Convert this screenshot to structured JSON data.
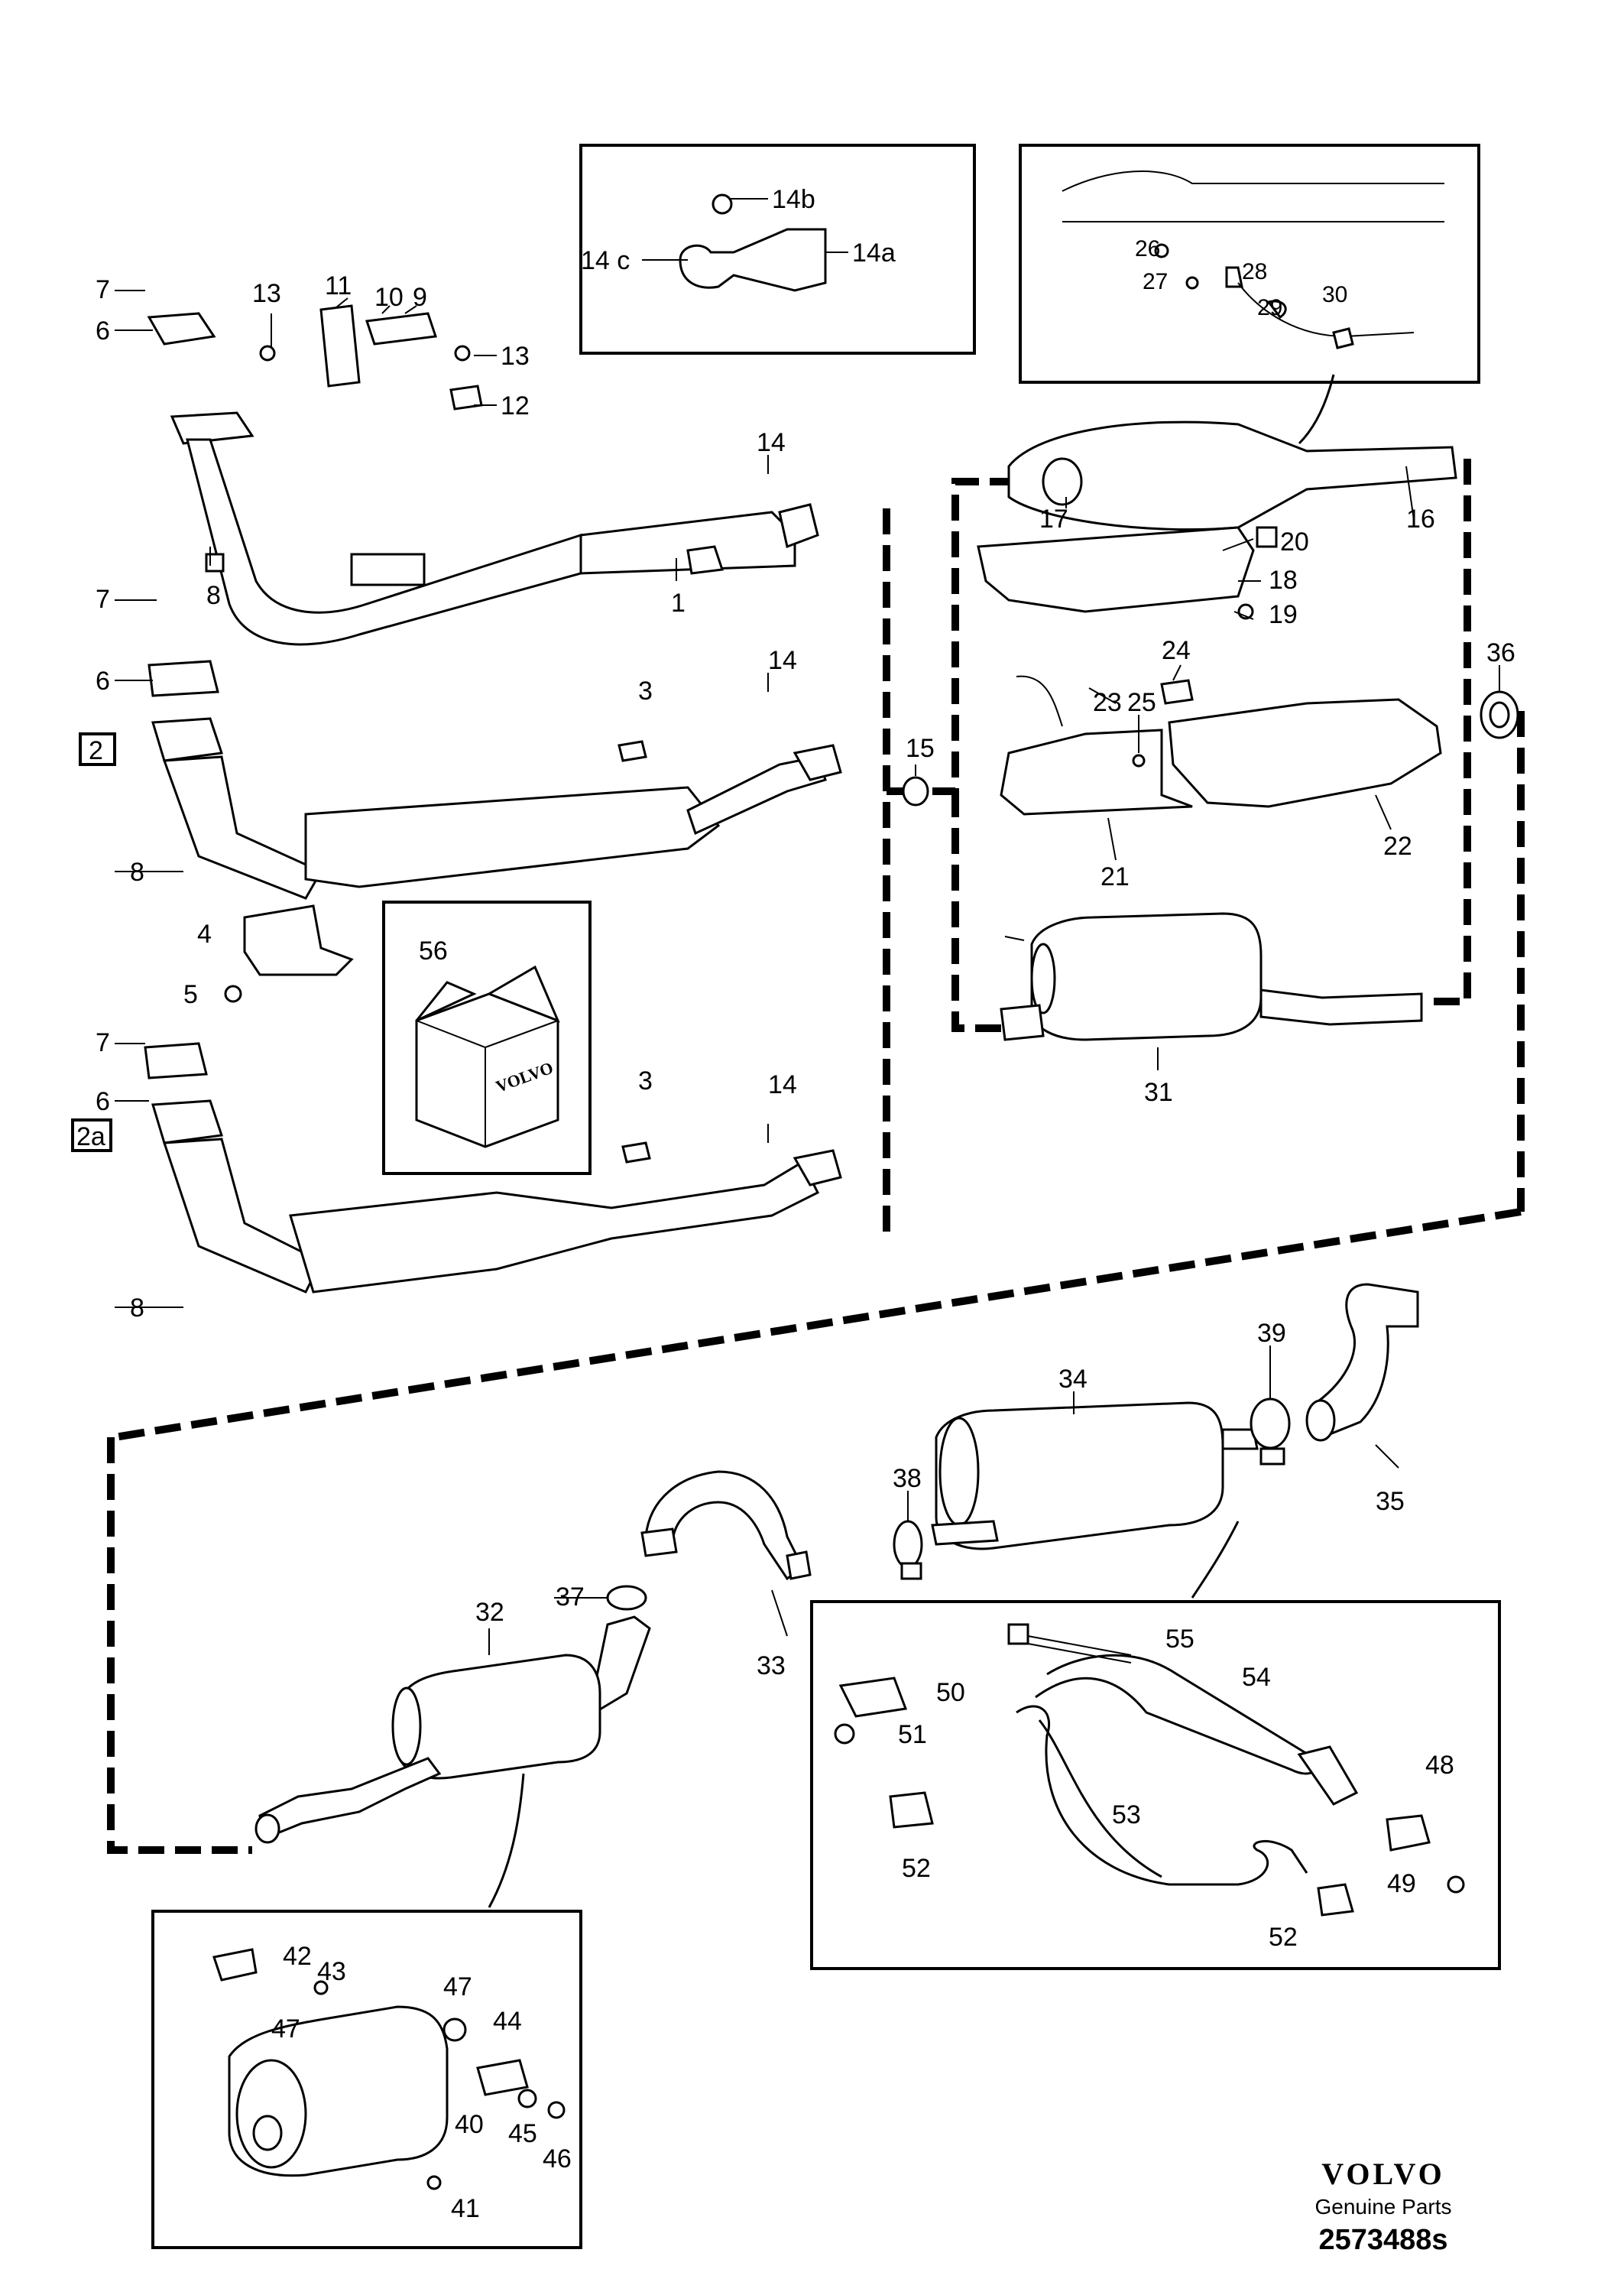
{
  "brand": {
    "logo": "VOLVO",
    "subtitle": "Genuine Parts",
    "diagram_id": "2573488s"
  },
  "kit_box_text": "VOLVO",
  "callouts": {
    "p1": "1",
    "p2": "2",
    "p2a": "2a",
    "p3": "3",
    "p3b": "3",
    "p4": "4",
    "p5": "5",
    "p6a": "6",
    "p6b": "6",
    "p6c": "6",
    "p7a": "7",
    "p7b": "7",
    "p7c": "7",
    "p8a": "8",
    "p8b": "8",
    "p8c": "8",
    "p9": "9",
    "p10": "10",
    "p11": "11",
    "p12": "12",
    "p13a": "13",
    "p13b": "13",
    "p14a": "14",
    "p14b": "14",
    "p14c": "14",
    "p14a_s": "14a",
    "p14b_s": "14b",
    "p14c_s": "14 c",
    "p15": "15",
    "p16": "16",
    "p17": "17",
    "p18": "18",
    "p19": "19",
    "p20": "20",
    "p21": "21",
    "p22": "22",
    "p23": "23",
    "p24": "24",
    "p25": "25",
    "p26": "26",
    "p27": "27",
    "p28": "28",
    "p29": "29",
    "p30": "30",
    "p31": "31",
    "p32": "32",
    "p33": "33",
    "p34": "34",
    "p35": "35",
    "p36": "36",
    "p37": "37",
    "p38": "38",
    "p39": "39",
    "p40": "40",
    "p41": "41",
    "p42": "42",
    "p43": "43",
    "p44": "44",
    "p45": "45",
    "p46": "46",
    "p47a": "47",
    "p47b": "47",
    "p48": "48",
    "p49": "49",
    "p50": "50",
    "p51": "51",
    "p52a": "52",
    "p52b": "52",
    "p53": "53",
    "p54": "54",
    "p55": "55",
    "p56": "56"
  }
}
